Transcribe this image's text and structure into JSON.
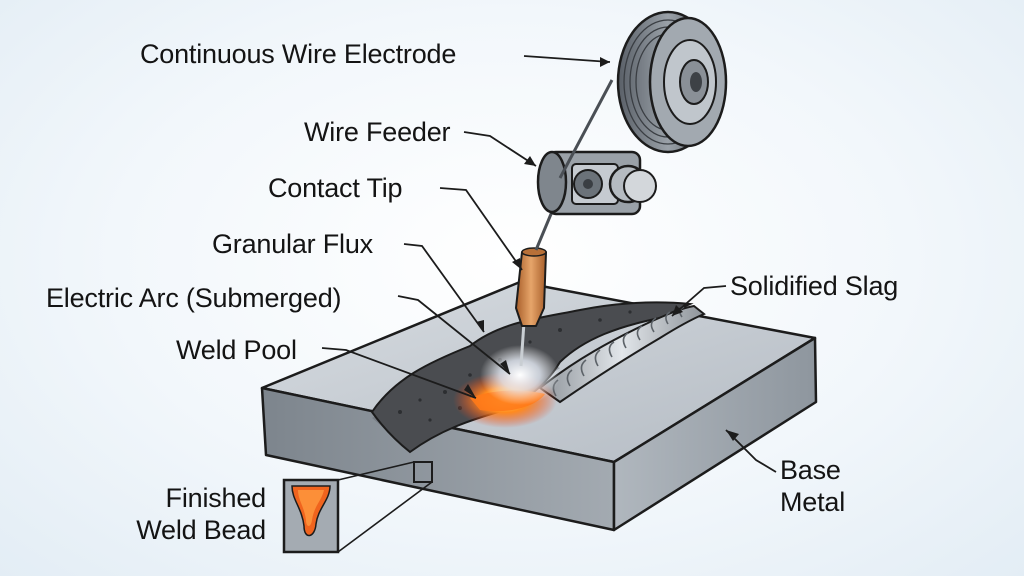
{
  "labels": {
    "continuous_wire_electrode": "Continuous Wire Electrode",
    "wire_feeder": "Wire Feeder",
    "contact_tip": "Contact Tip",
    "granular_flux": "Granular Flux",
    "electric_arc": "Electric Arc (Submerged)",
    "weld_pool": "Weld Pool",
    "solidified_slag": "Solidified Slag",
    "base_metal_line1": "Base",
    "base_metal_line2": "Metal",
    "finished_weld_bead_line1": "Finished",
    "finished_weld_bead_line2": "Weld Bead"
  },
  "colors": {
    "metal_top": "#c4cad1",
    "metal_front": "#8f979f",
    "metal_side": "#a8afb6",
    "flux": "#4a4c50",
    "copper_tip": "#d08a50",
    "weld_glow": "#ff6a1a",
    "slag_bead": "#b9bec4",
    "outline": "#1c1c1c"
  }
}
